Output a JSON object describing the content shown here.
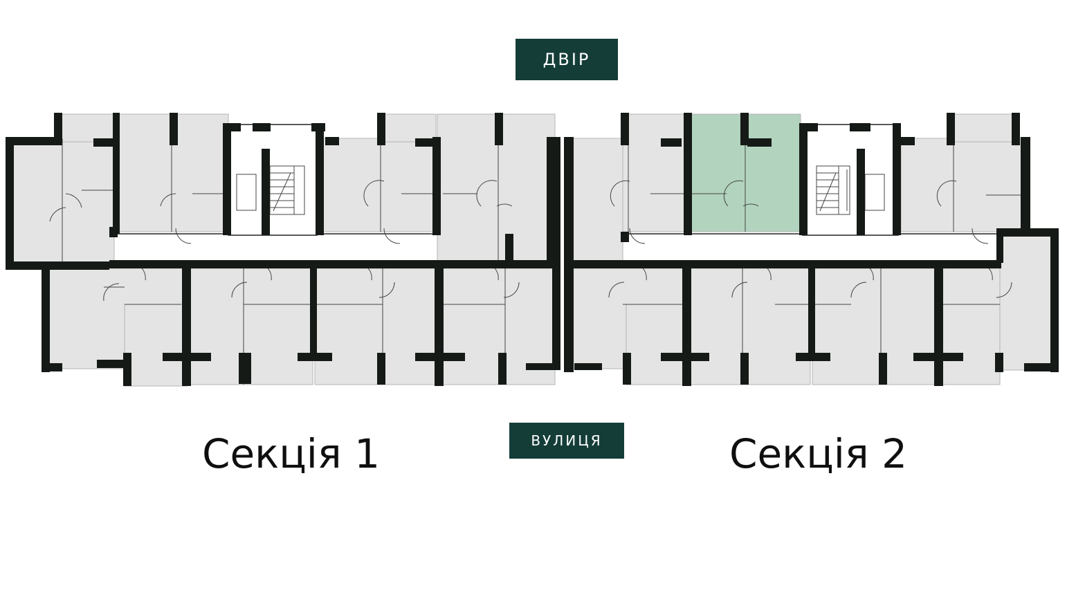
{
  "badges": {
    "top": "ДВІР",
    "bottom": "ВУЛИЦЯ"
  },
  "sections": [
    {
      "label": "Секція 1"
    },
    {
      "label": "Секція 2"
    }
  ],
  "colors": {
    "badge_bg": "#143d38",
    "apartment": "#e3e4e3",
    "selected_apartment": "#b2d3be",
    "wall": "#151a16"
  },
  "selected_apartment": "section-2-top-apartment-3"
}
